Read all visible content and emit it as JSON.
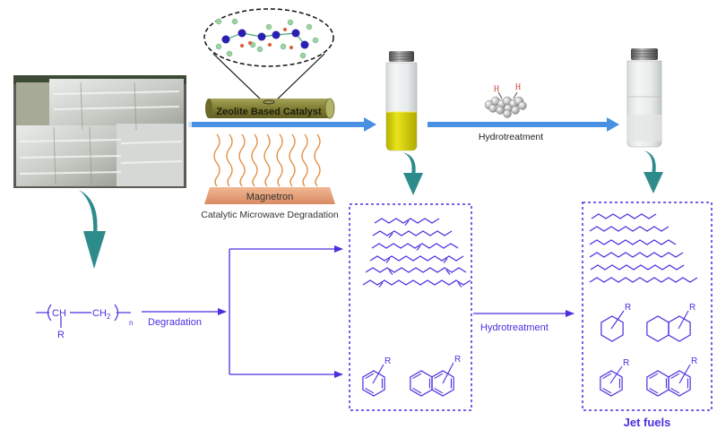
{
  "figure": {
    "title": "Catalytic microwave degradation of waste plastics to jet fuels"
  },
  "top_process": {
    "catalyst_label": "Zeolite Based Catalyst",
    "magnetron_label": "Magnetron",
    "process_label": "Catalytic Microwave Degradation",
    "hydrotreatment_label": "Hydrotreatment",
    "hydrogen_atom_label": "H",
    "colors": {
      "process_arrow": "#4a90e2",
      "curved_arrow": "#2e8b8b",
      "catalyst_cylinder": "#8a8a3a",
      "magnetron": "#e8a07a",
      "microwave": "#e08a3a",
      "crude_oil": "#d4d000"
    }
  },
  "bottom_scheme": {
    "polymer": {
      "backbone_left": "CH",
      "backbone_right": "CH",
      "subscript_2": "2",
      "repeat_subscript": "n",
      "substituent": "R"
    },
    "degradation_label": "Degradation",
    "hydrotreatment_label": "Hydrotreatment",
    "aromatic_substituent": "R",
    "product_box_label": "Jet fuels",
    "colors": {
      "scheme": "#4b2fe0"
    }
  }
}
